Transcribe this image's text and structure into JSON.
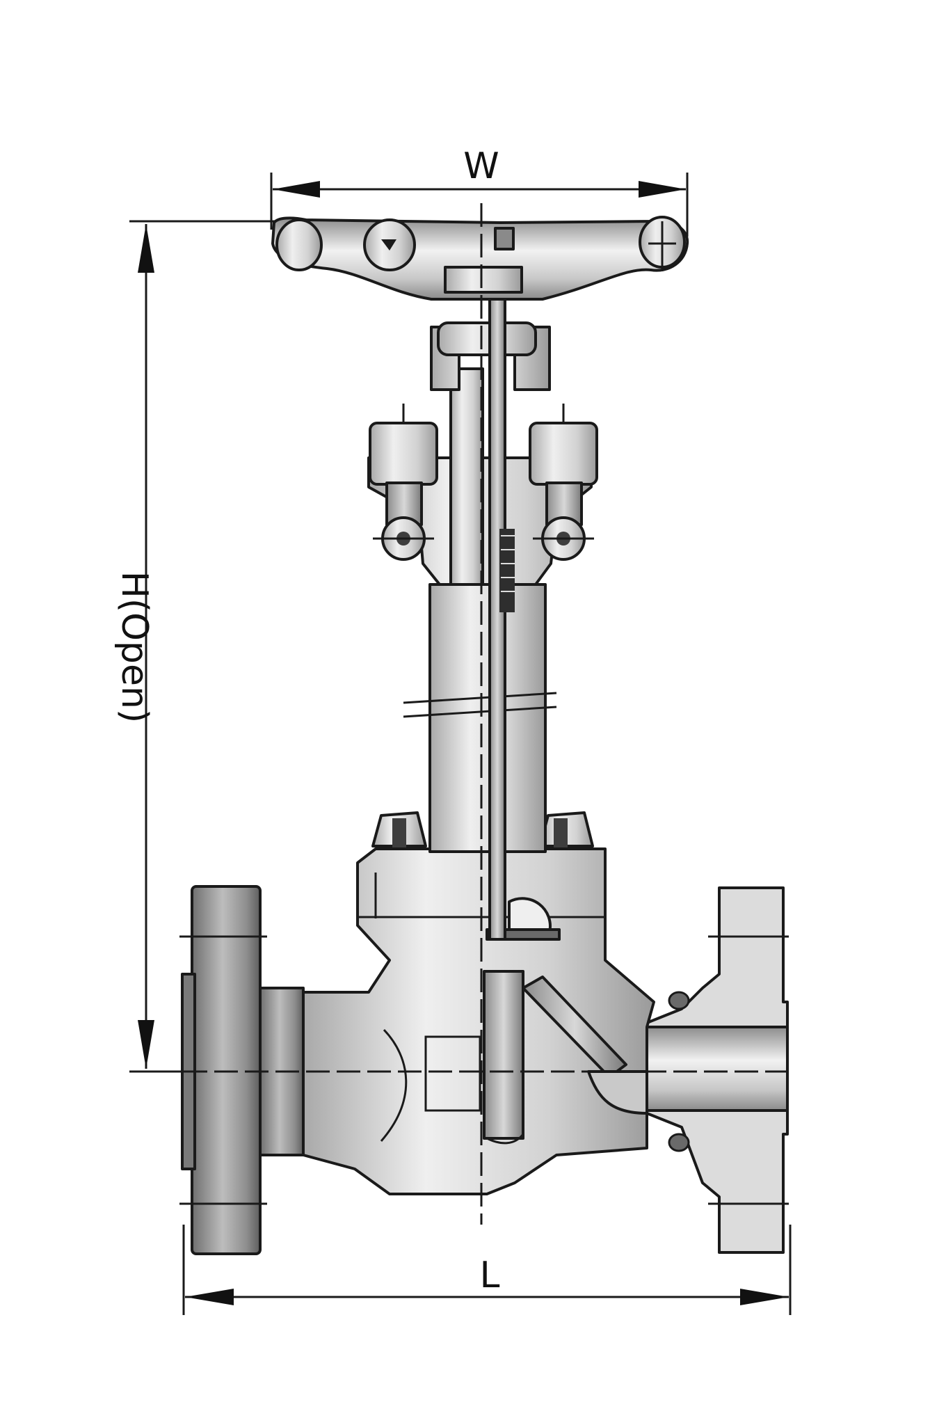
{
  "dimensions": {
    "width_label": "W",
    "height_label": "H(Open)",
    "length_label": "L"
  },
  "colors": {
    "line": "#1a1a1a",
    "metal_light": "#e8e8e8",
    "metal_mid": "#b9b9b9",
    "metal_dark": "#6e6e6e",
    "background": "#ffffff"
  }
}
